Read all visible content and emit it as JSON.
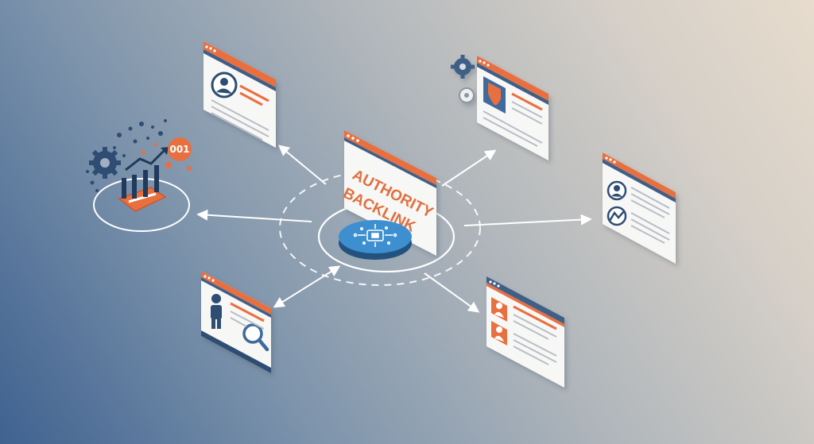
{
  "center_card": {
    "line1": "AUTHORITY",
    "line2": "BACKLINK"
  },
  "analytics_badge": {
    "text": "001"
  },
  "colors": {
    "accent_orange": "#e8703f",
    "navy": "#2f4d73",
    "blue_chip": "#3d8fd0",
    "card_white": "#f7f7f5",
    "arrow": "#ffffff"
  },
  "icons": [
    "profile-icon",
    "shield-icon",
    "gear-icon",
    "person-icon",
    "magnifier-icon",
    "chip-icon",
    "bar-chart-icon"
  ]
}
